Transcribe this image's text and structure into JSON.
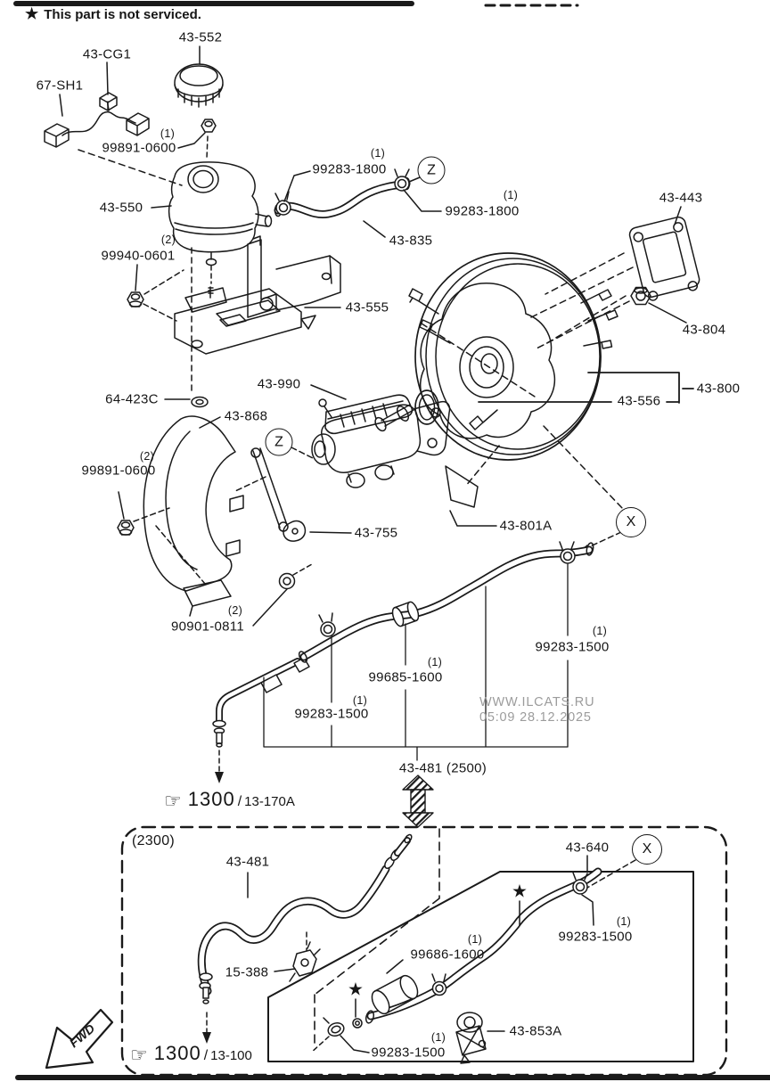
{
  "note": {
    "star": "★",
    "text": "This part is not serviced."
  },
  "symbols": {
    "star": "★",
    "hand": "☞",
    "fwd": "FWD",
    "ref_z": "Z",
    "ref_x": "X"
  },
  "watermark": {
    "line1": "WWW.ILCATS.RU",
    "line2": "05:09 28.12.2025",
    "color": "#9c9c9c"
  },
  "variant_box_title": "(2300)",
  "footer_refs": [
    {
      "page": "1300",
      "sep": "/",
      "section": "13-170A"
    },
    {
      "page": "1300",
      "sep": "/",
      "section": "13-100"
    }
  ],
  "labels": {
    "p43_552": {
      "text": "43-552"
    },
    "p43_cg1": {
      "text": "43-CG1"
    },
    "p67_sh1": {
      "text": "67-SH1"
    },
    "p99891_0600_top": {
      "qty": "(1)",
      "text": "99891-0600"
    },
    "p43_550": {
      "text": "43-550"
    },
    "p99283_1800_a": {
      "qty": "(1)",
      "text": "99283-1800"
    },
    "p99283_1800_b": {
      "qty": "(1)",
      "text": "99283-1800"
    },
    "p43_443": {
      "text": "43-443"
    },
    "p43_835": {
      "text": "43-835"
    },
    "p99940_0601": {
      "qty": "(2)",
      "text": "99940-0601"
    },
    "p43_555": {
      "text": "43-555"
    },
    "p43_804": {
      "text": "43-804"
    },
    "p64_423c": {
      "text": "64-423C"
    },
    "p43_990": {
      "text": "43-990"
    },
    "p43_868": {
      "text": "43-868"
    },
    "p99891_0600_b": {
      "qty": "(2)",
      "text": "99891-0600"
    },
    "p43_755": {
      "text": "43-755"
    },
    "p43_556": {
      "text": "43-556"
    },
    "p43_800": {
      "text": "43-800"
    },
    "p43_801a": {
      "text": "43-801A"
    },
    "p90901_0811": {
      "qty": "(2)",
      "text": "90901-0811"
    },
    "p99685_1600": {
      "qty": "(1)",
      "text": "99685-1600"
    },
    "p99283_1500_a": {
      "qty": "(1)",
      "text": "99283-1500"
    },
    "p99283_1500_b": {
      "qty": "(1)",
      "text": "99283-1500"
    },
    "p43_481_2500": {
      "text": "43-481 (2500)"
    },
    "p43_481_b": {
      "text": "43-481"
    },
    "p43_640": {
      "text": "43-640"
    },
    "p99283_1500_c": {
      "qty": "(1)",
      "text": "99283-1500"
    },
    "p99686_1600": {
      "qty": "(1)",
      "text": "99686-1600"
    },
    "p15_388": {
      "text": "15-388"
    },
    "p99283_1500_d": {
      "qty": "(1)",
      "text": "99283-1500"
    },
    "p43_853a": {
      "text": "43-853A"
    }
  }
}
